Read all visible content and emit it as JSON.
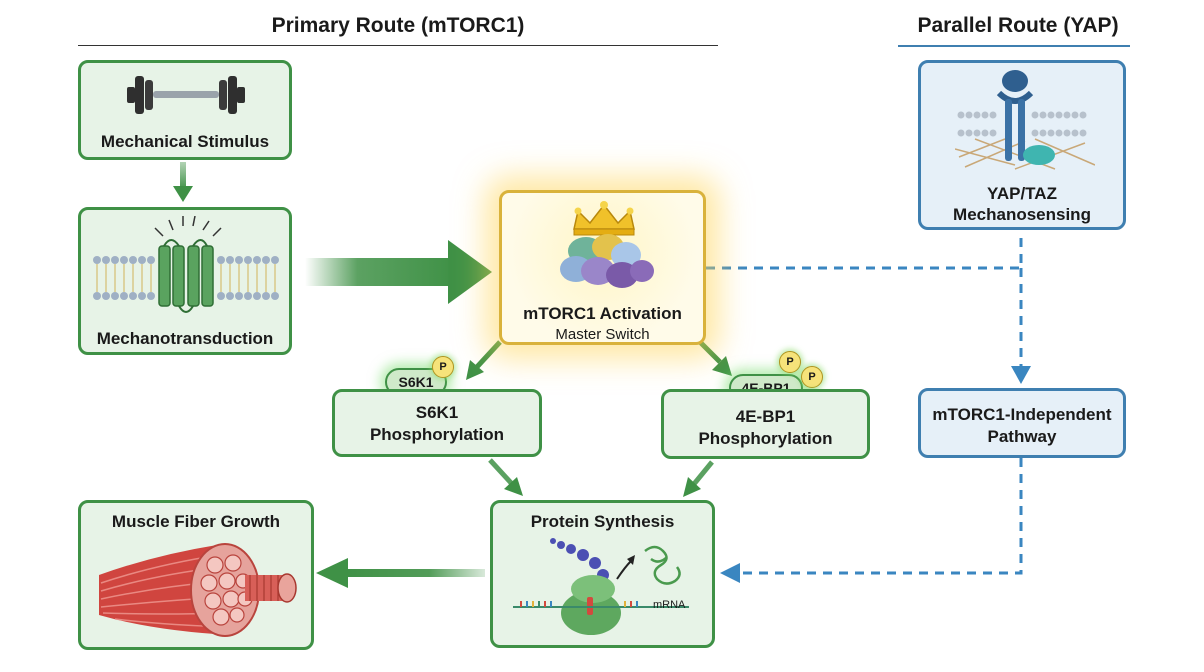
{
  "headers": {
    "primary": "Primary Route (mTORC1)",
    "parallel": "Parallel Route (YAP)"
  },
  "nodes": {
    "mechanical_stimulus": "Mechanical Stimulus",
    "mechanotransduction": "Mechanotransduction",
    "mtorc1_activation": "mTORC1 Activation",
    "mtorc1_subtitle": "Master Switch",
    "s6k1_line1": "S6K1",
    "s6k1_line2": "Phosphorylation",
    "ebp1_line1": "4E-BP1",
    "ebp1_line2": "Phosphorylation",
    "protein_synthesis": "Protein Synthesis",
    "muscle_growth": "Muscle Fiber Growth",
    "yap_line1": "YAP/TAZ",
    "yap_line2": "Mechanosensing",
    "independent_line1": "mTORC1-Independent",
    "independent_line2": "Pathway"
  },
  "badges": {
    "s6k1": "S6K1",
    "ebp1": "4E-BP1",
    "phospho": "P",
    "mrna": "mRNA"
  },
  "colors": {
    "green_border": "#3f9146",
    "green_fill": "#e7f3e7",
    "blue_border": "#3f7fb0",
    "blue_fill": "#e6f0f8",
    "gold_border": "#d9b23b",
    "arrow_green": "#3f9146",
    "arrow_blue": "#3a86c0"
  },
  "icons": {
    "mechanical_stimulus": "dumbbell-icon",
    "mechanotransduction": "membrane-channel-icon",
    "mtorc1": "crowned-protein-complex-icon",
    "yap": "membrane-receptor-icon",
    "protein_synthesis": "ribosome-translation-icon",
    "muscle": "muscle-fiber-bundle-icon"
  }
}
